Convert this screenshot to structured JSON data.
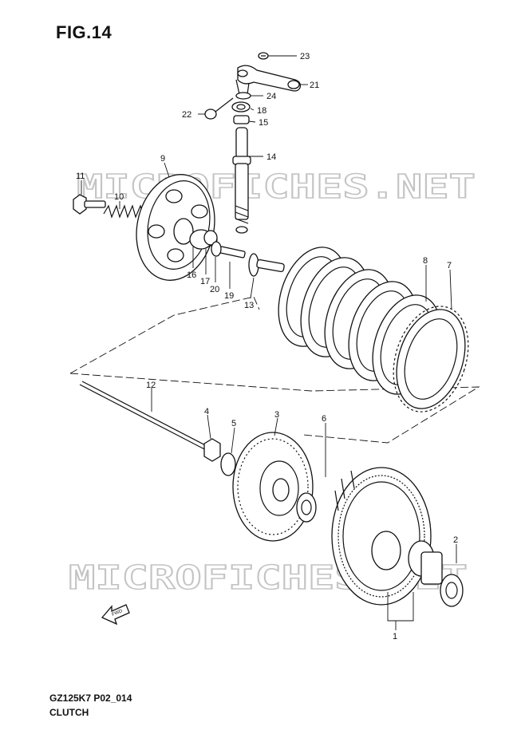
{
  "figure_title": "FIG.14",
  "footer": {
    "code": "GZ125K7 P02_014",
    "name": "CLUTCH"
  },
  "watermark": "MICROFICHES.NET",
  "direction_tag": "FWD",
  "callouts": {
    "c1": "1",
    "c2": "2",
    "c3": "3",
    "c4": "4",
    "c5": "5",
    "c6": "6",
    "c7": "7",
    "c8": "8",
    "c9": "9",
    "c10": "10",
    "c11": "11",
    "c12": "12",
    "c13": "13",
    "c14": "14",
    "c15": "15",
    "c16": "16",
    "c17": "17",
    "c18": "18",
    "c19": "19",
    "c20": "20",
    "c21": "21",
    "c22": "22",
    "c23": "23",
    "c24": "24"
  }
}
